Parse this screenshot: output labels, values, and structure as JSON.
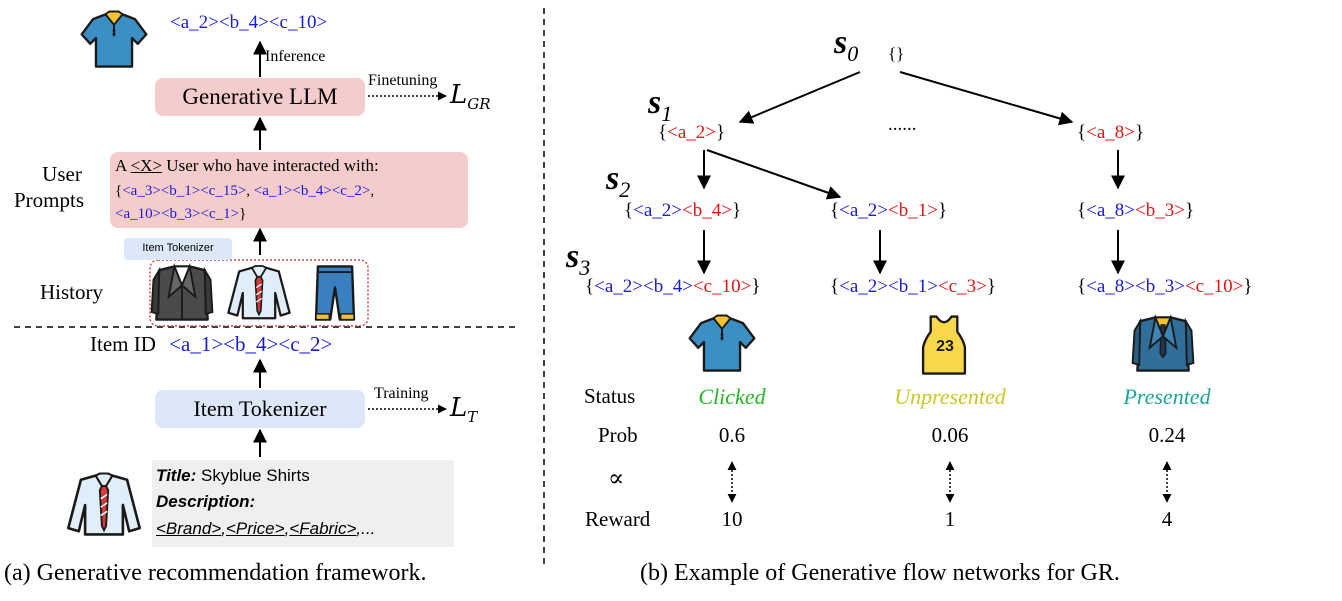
{
  "panel_a": {
    "output_id": {
      "a": "<a_2>",
      "b": "<b_4>",
      "c": "<c_10>"
    },
    "inference_label": "Inference",
    "llm_label": "Generative LLM",
    "finetuning_label": "Finetuning",
    "loss_gr": {
      "main": "L",
      "sub": "GR"
    },
    "user_prompts_label": [
      "User",
      "Prompts"
    ],
    "prompt_line1_prefix": "A ",
    "prompt_x": "<X>",
    "prompt_line1_suffix": " User who have interacted with:",
    "prompt_items_line2": [
      [
        "<a_3>",
        "<b_1>",
        "<c_15>"
      ],
      [
        "<a_1>",
        "<b_4>",
        "<c_2>"
      ]
    ],
    "prompt_items_line3": [
      [
        "<a_10>",
        "<b_3>",
        "<c_1>"
      ]
    ],
    "brace_open": "{",
    "brace_close": "}",
    "comma": ", ",
    "item_tokenizer_small": "Item Tokenizer",
    "history_label": "History",
    "item_id_label": "Item ID",
    "item_id": {
      "a": "<a_1>",
      "b": "<b_4>",
      "c": "<c_2>"
    },
    "item_tokenizer_label": "Item Tokenizer",
    "training_label": "Training",
    "loss_t": {
      "main": "L",
      "sub": "T"
    },
    "desc_title_label": "Title:",
    "desc_title_value": " Skyblue Shirts",
    "desc_description_label": "Description:",
    "desc_attrs": [
      "<Brand>",
      "<Price>",
      "<Fabric>"
    ],
    "desc_ellipsis": "...",
    "caption": "(a) Generative recommendation framework."
  },
  "panel_b": {
    "states": [
      {
        "main": "s",
        "sub": "0"
      },
      {
        "main": "s",
        "sub": "1"
      },
      {
        "main": "s",
        "sub": "2"
      },
      {
        "main": "s",
        "sub": "3"
      }
    ],
    "root_set": "{}",
    "ellipsis": "......",
    "level1": [
      [
        "<a_2>"
      ],
      [
        "<a_8>"
      ]
    ],
    "level2": [
      [
        "<a_2>",
        "<b_4>"
      ],
      [
        "<a_2>",
        "<b_1>"
      ],
      [
        "<a_8>",
        "<b_3>"
      ]
    ],
    "level3": [
      [
        "<a_2>",
        "<b_4>",
        "<c_10>"
      ],
      [
        "<a_2>",
        "<b_1>",
        "<c_3>"
      ],
      [
        "<a_8>",
        "<b_3>",
        "<c_10>"
      ]
    ],
    "jersey_number": "23",
    "row_labels": {
      "status": "Status",
      "prob": "Prob",
      "propto": "∝",
      "reward": "Reward"
    },
    "columns": [
      {
        "status": "Clicked",
        "status_color": "#22b822",
        "prob": "0.6",
        "reward": "10"
      },
      {
        "status": "Unpresented",
        "status_color": "#c9c920",
        "prob": "0.06",
        "reward": "1"
      },
      {
        "status": "Presented",
        "status_color": "#1aa79a",
        "prob": "0.24",
        "reward": "4"
      }
    ],
    "caption": "(b) Example of Generative flow networks for GR."
  },
  "colors": {
    "token_blue": "#1a1ad6",
    "token_red": "#e01515",
    "llm_box": "#f5cccc",
    "prompt_box": "#f5cccc",
    "tokenizer_box": "#dce8fa",
    "desc_box": "#efefef",
    "history_border": "#c84a4a"
  }
}
